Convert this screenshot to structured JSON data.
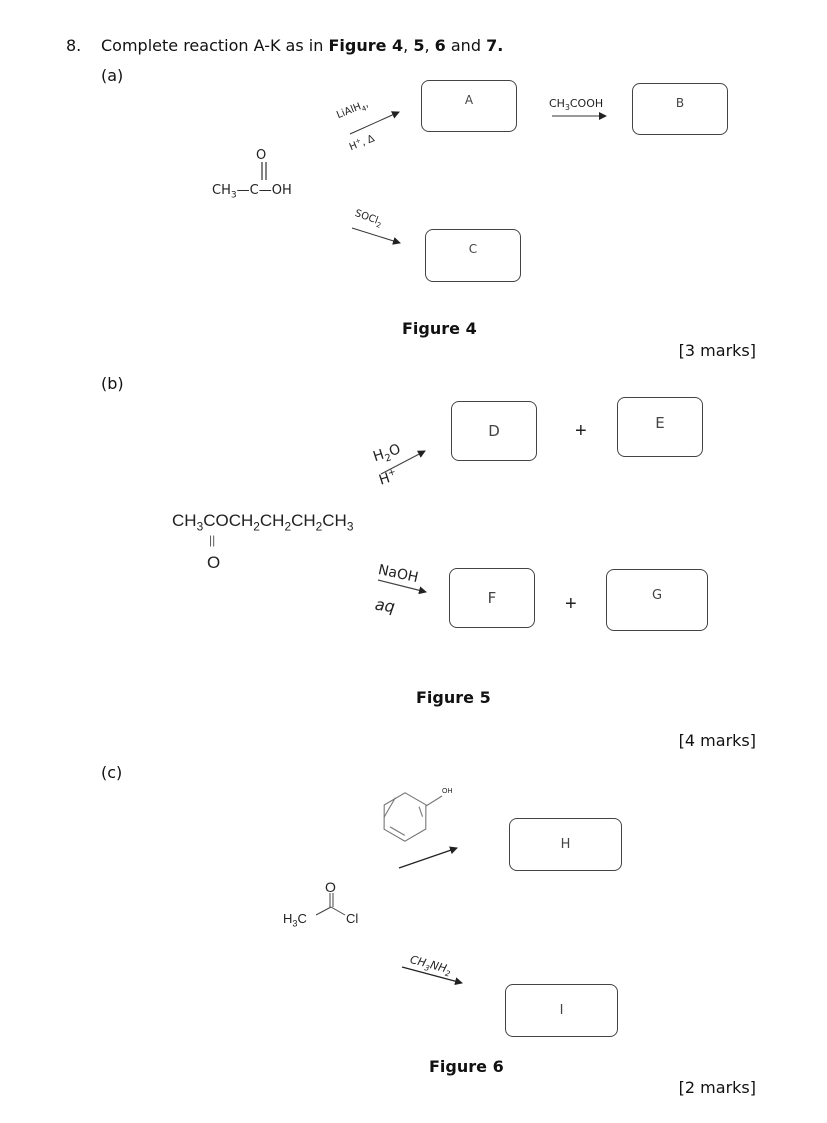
{
  "question": {
    "number": "8.",
    "text_prefix": "Complete reaction A-K as in ",
    "fig_a": "Figure 4",
    "sep1": ", ",
    "fig_b": "5",
    "sep2": ", ",
    "fig_c": "6",
    "and": " and ",
    "fig_d": "7."
  },
  "part_a": {
    "label": "(a)",
    "reactant": {
      "left": "CH",
      "sub": "3",
      "bond1": "—C—",
      "right": "OH",
      "carbonyl_o": "O"
    },
    "reagent_top": {
      "line1": "LiAlH",
      "line1_sub": "4",
      "line1_suffix": ",",
      "line2": "H",
      "line2_sup": "+",
      "line2_suffix": ", Δ"
    },
    "reagent_bottom": {
      "text": "SOCl",
      "sub": "2"
    },
    "reagent_ab": {
      "prefix": "CH",
      "sub": "3",
      "suffix": "COOH"
    },
    "boxes": [
      "A",
      "B",
      "C"
    ],
    "caption": "Figure 4",
    "marks": "[3 marks]"
  },
  "part_b": {
    "label": "(b)",
    "reactant": {
      "parts": [
        "CH",
        "3",
        "COCH",
        "2",
        "CH",
        "2",
        "CH",
        "2",
        "CH",
        "3"
      ],
      "double_bond": "||",
      "carbonyl_o": "O"
    },
    "reagent_top": {
      "line1": "H",
      "line1_sub": "2",
      "line1_suffix": "O",
      "line2": "H",
      "line2_sup": "+"
    },
    "reagent_bottom": {
      "line1": "NaOH",
      "line2": "aq"
    },
    "boxes": [
      "D",
      "E",
      "F",
      "G"
    ],
    "plus": "+",
    "caption": "Figure 5",
    "marks": "[4 marks]"
  },
  "part_c": {
    "label": "(c)",
    "reactant": {
      "left": "H",
      "left_sub": "3",
      "left_suffix": "C",
      "right": "Cl",
      "carbonyl_o": "O"
    },
    "reagent_top": {
      "name": "phenol",
      "oh_label": "OH"
    },
    "reagent_bottom": {
      "prefix": "CH",
      "sub1": "3",
      "mid": "NH",
      "sub2": "2"
    },
    "boxes": [
      "H",
      "I"
    ],
    "caption": "Figure 6",
    "marks": "[2 marks]"
  }
}
